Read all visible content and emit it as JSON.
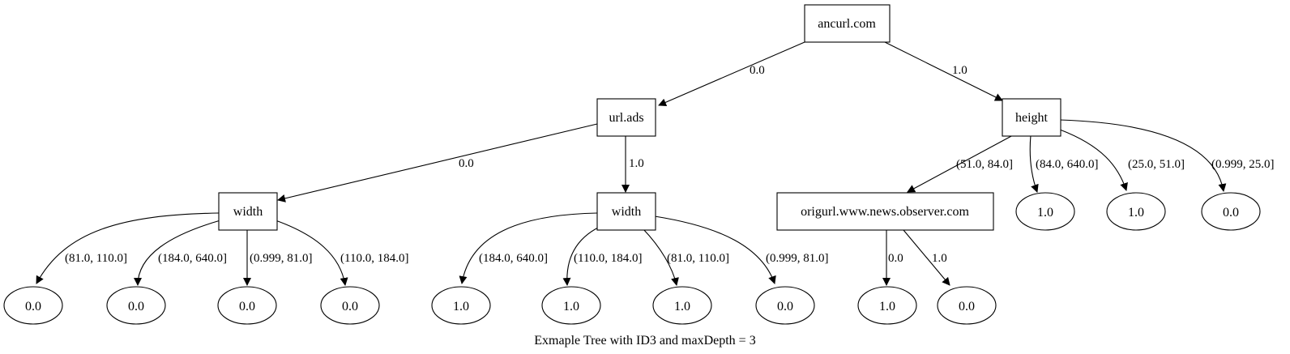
{
  "caption": "Exmaple Tree with ID3 and maxDepth = 3",
  "nodes": {
    "root": "ancurl.com",
    "url_ads": "url.ads",
    "height": "height",
    "width_left": "width",
    "width_right": "width",
    "origurl": "origurl.www.news.observer.com",
    "l1": "0.0",
    "l2": "0.0",
    "l3": "0.0",
    "l4": "0.0",
    "l5": "1.0",
    "l6": "1.0",
    "l7": "1.0",
    "l8": "0.0",
    "l9": "1.0",
    "l10": "0.0",
    "h1": "1.0",
    "h2": "1.0",
    "h3": "0.0"
  },
  "edges": {
    "root_url_ads": "0.0",
    "root_height": "1.0",
    "url_ads_width_left": "0.0",
    "url_ads_width_right": "1.0",
    "wl_l1": "(81.0, 110.0]",
    "wl_l2": "(184.0, 640.0]",
    "wl_l3": "(0.999, 81.0]",
    "wl_l4": "(110.0, 184.0]",
    "wr_l5": "(184.0, 640.0]",
    "wr_l6": "(110.0, 184.0]",
    "wr_l7": "(81.0, 110.0]",
    "wr_l8": "(0.999, 81.0]",
    "h_origurl": "(51.0, 84.0]",
    "h_h1": "(84.0, 640.0]",
    "h_h2": "(25.0, 51.0]",
    "h_h3": "(0.999, 25.0]",
    "o_l9": "0.0",
    "o_l10": "1.0"
  }
}
